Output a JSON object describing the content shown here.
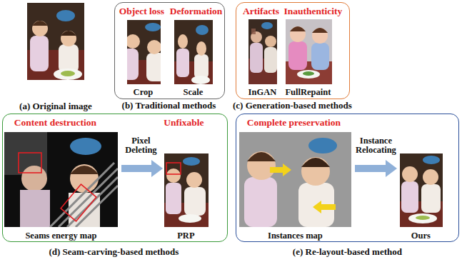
{
  "diagram": {
    "nodes": [
      {
        "text": [
          "Object loss",
          "Deformation",
          "Crop",
          "Scale",
          "(b) Traditional methods"
        ]
      },
      {
        "text": [
          "Artifacts",
          "Inauthenticity",
          "InGAN",
          "FullRepaint",
          "(c) Generation-based methods"
        ]
      },
      {
        "text": [
          "Content destruction",
          "Unfixable",
          "Pixel Deleting",
          "Seams energy map",
          "PRP",
          "(d) Seam-carving-based methods"
        ]
      },
      {
        "text": [
          "Complete preservation",
          "Instance Relocating",
          "Instances map",
          "Ours",
          "(e) Re-layout-based method"
        ]
      }
    ],
    "labels": [
      "(a) Original image"
    ]
  }
}
